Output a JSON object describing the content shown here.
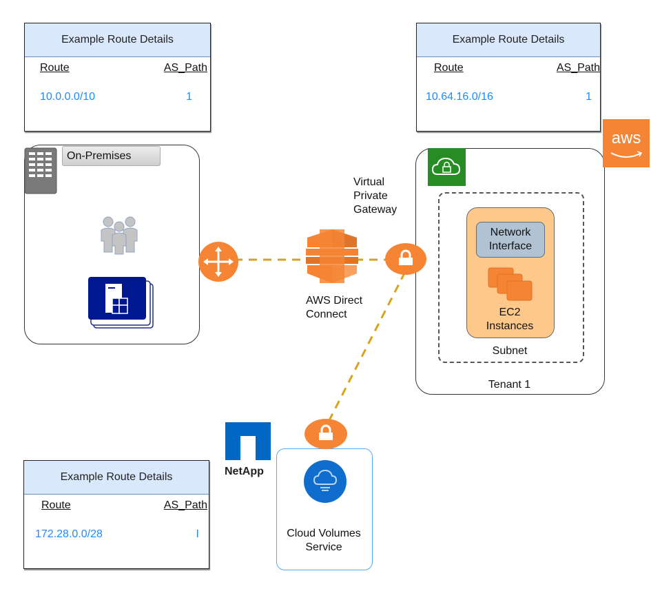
{
  "route_tables": [
    {
      "id": "onprem",
      "title": "Example Route Details",
      "col_route": "Route",
      "col_as_path": "AS_Path",
      "route": "10.0.0.0/10",
      "as_path": "1"
    },
    {
      "id": "aws",
      "title": "Example Route Details",
      "col_route": "Route",
      "col_as_path": "AS_Path",
      "route": "10.64.16.0/16",
      "as_path": "1"
    },
    {
      "id": "netapp",
      "title": "Example Route Details",
      "col_route": "Route",
      "col_as_path": "AS_Path",
      "route": "172.28.0.0/28",
      "as_path": "I"
    }
  ],
  "onprem": {
    "label": "On-Premises",
    "icons": [
      "building-icon",
      "users-icon",
      "windows-server-icon"
    ]
  },
  "connections": {
    "direct_connect_label_1": "AWS Direct",
    "direct_connect_label_2": "Connect",
    "vgw_label_1": "Virtual",
    "vgw_label_2": "Private",
    "vgw_label_3": "Gateway",
    "line_color": "#d9a21b"
  },
  "aws": {
    "logo_text": "aws",
    "tenant_label": "Tenant 1",
    "subnet_label": "Subnet",
    "network_interface_label_1": "Network",
    "network_interface_label_2": "Interface",
    "ec2_label_1": "EC2",
    "ec2_label_2": "Instances"
  },
  "netapp": {
    "logo_text": "NetApp",
    "service_label_1": "Cloud Volumes",
    "service_label_2": "Service"
  },
  "colors": {
    "aws_orange": "#f58535",
    "vpc_green": "#278c23",
    "netapp_blue": "#0067c5",
    "route_value_blue": "#1a8cff",
    "header_fill": "#dae8fc"
  }
}
